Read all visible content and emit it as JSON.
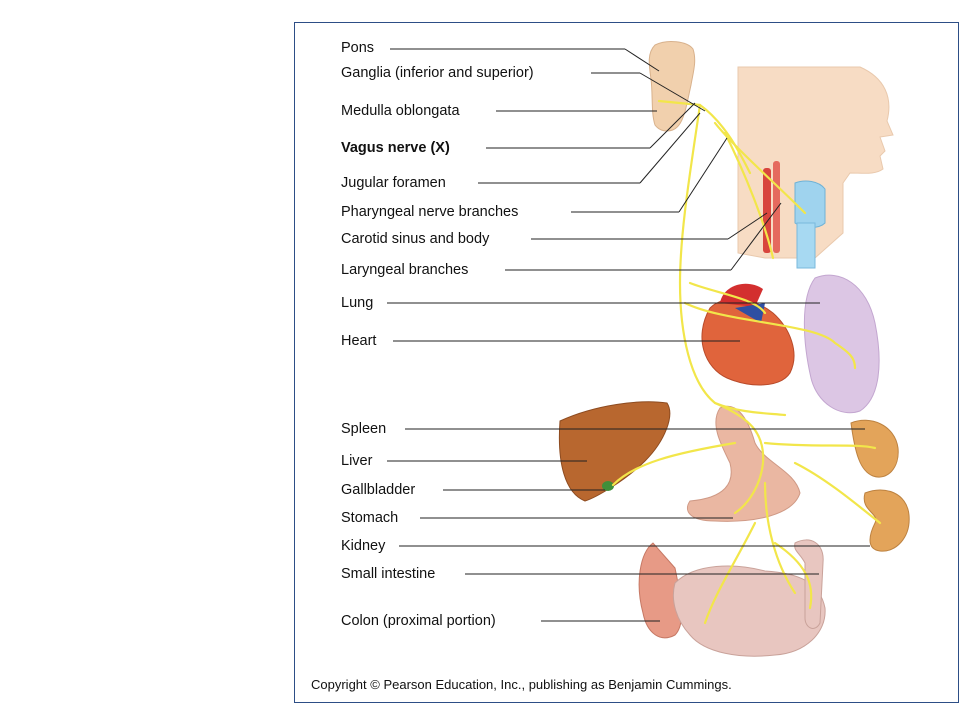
{
  "labels": {
    "pons": "Pons",
    "ganglia": "Ganglia (inferior and superior)",
    "medulla": "Medulla oblongata",
    "vagus": "Vagus nerve (X)",
    "jugular": "Jugular foramen",
    "pharyngeal": "Pharyngeal nerve branches",
    "carotid": "Carotid sinus and body",
    "laryngeal": "Laryngeal branches",
    "lung": "Lung",
    "heart": "Heart",
    "spleen": "Spleen",
    "liver": "Liver",
    "gallbladder": "Gallbladder",
    "stomach": "Stomach",
    "kidney": "Kidney",
    "small_intestine": "Small intestine",
    "colon": "Colon (proximal portion)"
  },
  "copyright": "Copyright © Pearson Education, Inc., publishing as Benjamin Cummings.",
  "colors": {
    "border": "#2d4e86",
    "nerve": "#f2e64a",
    "skin": "#f7dcc4",
    "liver": "#b8672f",
    "heart": "#e0643c",
    "lung": "#dcc6e4",
    "kidney": "#e3a45a",
    "intestine": "#e8c6c0"
  }
}
